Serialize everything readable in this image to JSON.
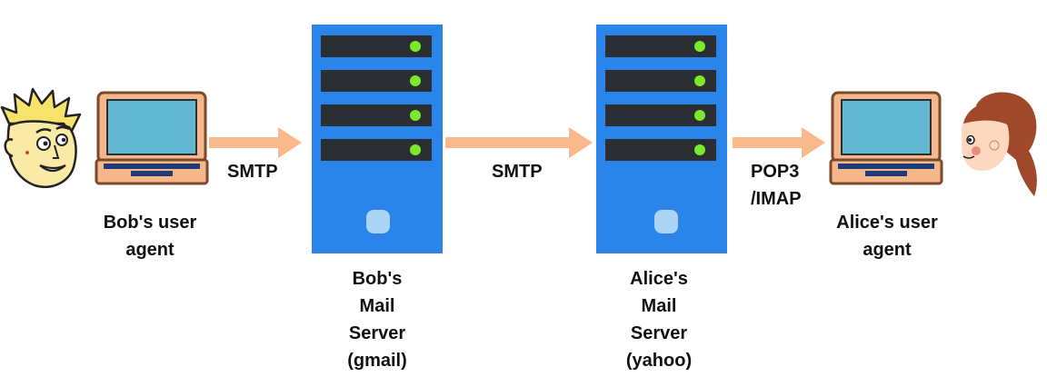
{
  "colors": {
    "server_blue": "#2b84ea",
    "drive_dark": "#2b2f33",
    "led_green": "#7cea2a",
    "laptop_body": "#f6b88a",
    "laptop_outline": "#7a4a2a",
    "screen": "#61b8d0",
    "arrow": "#f9b98a"
  },
  "nodes": {
    "bob_agent": {
      "icon": "laptop-icon",
      "person": "man-face-icon",
      "label_lines": [
        "Bob's user",
        "agent"
      ]
    },
    "bob_server": {
      "icon": "server-icon",
      "label_lines": [
        "Bob's",
        "Mail",
        "Server",
        "(gmail)"
      ]
    },
    "alice_server": {
      "icon": "server-icon",
      "label_lines": [
        "Alice's",
        "Mail",
        "Server",
        "(yahoo)"
      ]
    },
    "alice_agent": {
      "icon": "laptop-icon",
      "person": "woman-face-icon",
      "label_lines": [
        "Alice's user",
        "agent"
      ]
    }
  },
  "edges": [
    {
      "from": "bob_agent",
      "to": "bob_server",
      "label_lines": [
        "SMTP"
      ]
    },
    {
      "from": "bob_server",
      "to": "alice_server",
      "label_lines": [
        "SMTP"
      ]
    },
    {
      "from": "alice_server",
      "to": "alice_agent",
      "label_lines": [
        "POP3",
        "/IMAP"
      ]
    }
  ]
}
